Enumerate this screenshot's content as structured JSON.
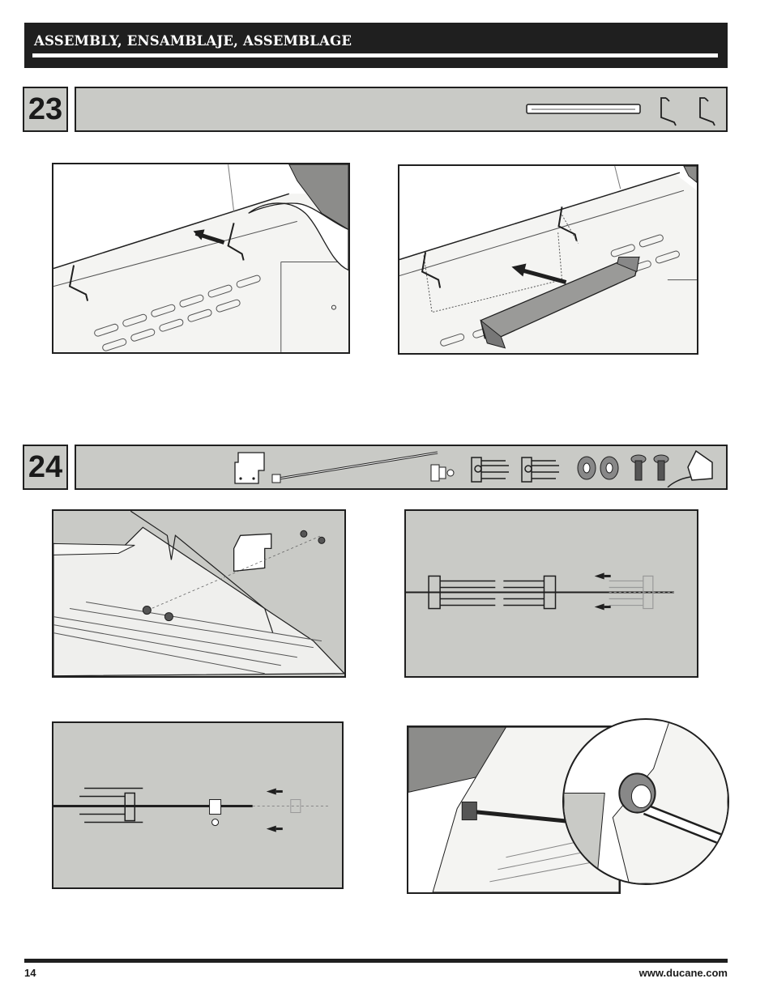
{
  "header": {
    "title": "ASSEMBLY, ENSAMBLAJE, ASSEMBLAGE"
  },
  "steps": [
    {
      "number": "23"
    },
    {
      "number": "24"
    }
  ],
  "footer": {
    "page_number": "14",
    "website": "www.ducane.com"
  },
  "icons": {
    "step23_parts": [
      "warming-rack-icon",
      "rack-hook-icon"
    ],
    "step24_parts": [
      "rotisserie-bracket-icon",
      "spit-rod-icon",
      "collar-screw-icon",
      "spit-fork-icon",
      "hex-nut-icon",
      "screw-icon",
      "rotisserie-motor-icon"
    ]
  },
  "colors": {
    "panel_gray": "#c9cac6",
    "ink": "#1f1f1f"
  }
}
